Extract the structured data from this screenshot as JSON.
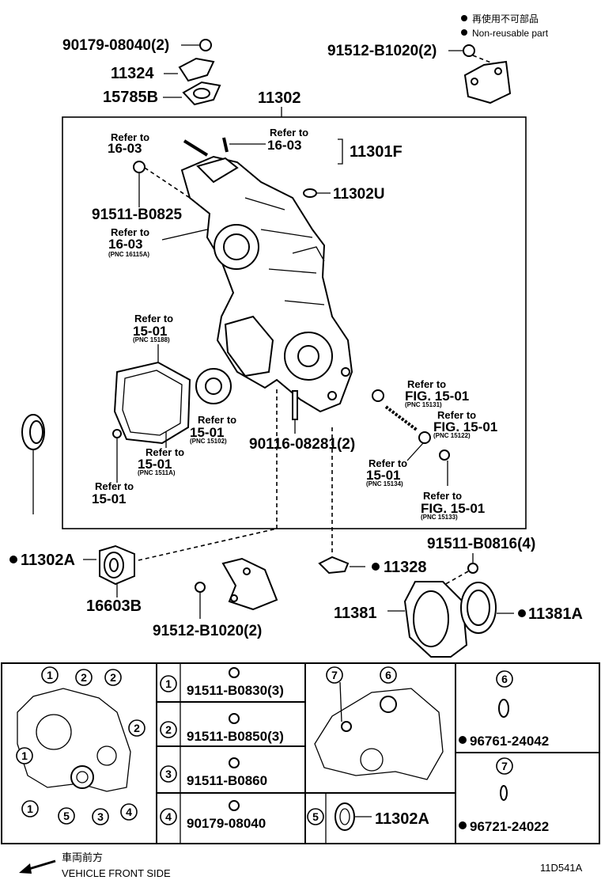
{
  "legend": {
    "non_reusable_jp": "再使用不可部品",
    "non_reusable_en": "Non-reusable part"
  },
  "parts": {
    "p90179_08040_2": "90179-08040(2)",
    "p11324": "11324",
    "p15785B": "15785B",
    "p11302": "11302",
    "p91512_B1020_2_top": "91512-B1020(2)",
    "p11301F": "11301F",
    "p11302U": "11302U",
    "p91511_B0825": "91511-B0825",
    "p90116_08281_2": "90116-08281(2)",
    "p11302A": "11302A",
    "p16603B": "16603B",
    "p91512_B1020_2_bottom": "91512-B1020(2)",
    "p91511_B0816_4": "91511-B0816(4)",
    "p11328": "11328",
    "p11381": "11381",
    "p11381A": "11381A"
  },
  "refs": {
    "refer_to": "Refer to",
    "r16_03": "16-03",
    "r15_01": "15-01",
    "fig15_01": "FIG. 15-01",
    "pnc_16115A": "(PNC 16115A)",
    "pnc_15188": "(PNC 15188)",
    "pnc_15102": "(PNC 15102)",
    "pnc_1511A": "(PNC 1511A)",
    "pnc_15131": "(PNC 15131)",
    "pnc_15122": "(PNC 15122)",
    "pnc_15134": "(PNC 15134)",
    "pnc_15133": "(PNC 15133)"
  },
  "table": {
    "rows": [
      {
        "num": "1",
        "part": "91511-B0830(3)"
      },
      {
        "num": "2",
        "part": "91511-B0850(3)"
      },
      {
        "num": "3",
        "part": "91511-B0860"
      },
      {
        "num": "4",
        "part": "90179-08040"
      },
      {
        "num": "5",
        "part": "11302A"
      }
    ],
    "right_boxes": [
      {
        "num": "6",
        "part": "96761-24042"
      },
      {
        "num": "7",
        "part": "96721-24022"
      }
    ],
    "left_callouts": [
      "1",
      "2",
      "2",
      "2",
      "1",
      "1",
      "5",
      "3",
      "4"
    ],
    "mid_callouts": [
      "7",
      "6"
    ]
  },
  "footer": {
    "front_jp": "車両前方",
    "front_en": "VEHICLE FRONT SIDE",
    "figure_code": "11D541A"
  }
}
